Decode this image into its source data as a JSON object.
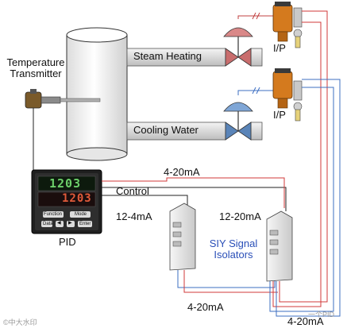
{
  "labels": {
    "temperature_transmitter": "Temperature\nTransmitter",
    "steam_heating": "Steam Heating",
    "cooling_water": "Cooling Water",
    "ip_top": "I/P",
    "ip_bottom": "I/P",
    "current_top": "4-20mA",
    "control": "Control",
    "current_12_4": "12-4mA",
    "current_12_20": "12-20mA",
    "siy_signal_isolators": "SIY Signal\nIsolators",
    "pid": "PID",
    "current_bottom_left": "4-20mA",
    "current_bottom_right": "4-20mA",
    "watermark_left": "©中大水印",
    "watermark_right": "一个PID"
  },
  "pid_panel": {
    "display_upper": "1203",
    "display_lower": "1203",
    "button_function": "Function",
    "button_mode": "Mode",
    "button_data": "Data",
    "button_left": "◀",
    "button_right": "▶",
    "button_enter": "Enter"
  },
  "colors": {
    "tank_fill": "#f2f2f2",
    "pipe": "#d0d0d0",
    "steam_valve": "#c96d6d",
    "cooling_valve": "#5a84b8",
    "wire_red": "#d23a3a",
    "wire_blue": "#3d6fc2",
    "wire_black": "#222222",
    "ip_orange": "#d47a1e",
    "display_green": "#6ccf6a",
    "display_red": "#e05a3a"
  }
}
